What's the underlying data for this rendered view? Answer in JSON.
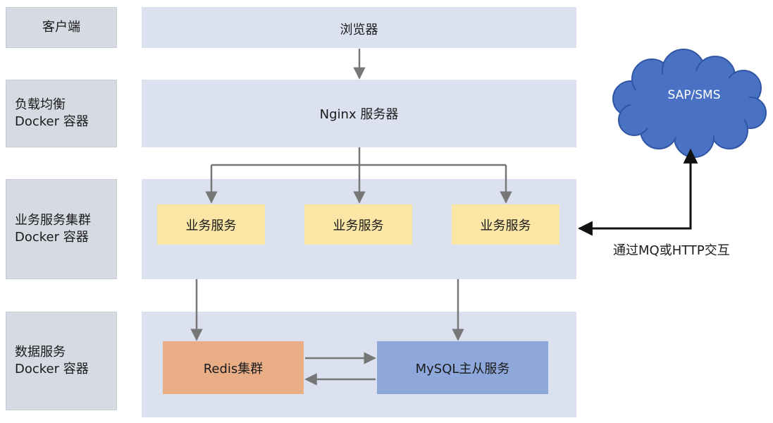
{
  "rows": {
    "client": {
      "label": "客户端",
      "content": "浏览器"
    },
    "load_balance": {
      "label_lines": [
        "负载均衡",
        "Docker 容器"
      ],
      "content": "Nginx 服务器"
    },
    "business": {
      "label_lines": [
        "业务服务集群",
        "Docker 容器"
      ],
      "services": [
        "业务服务",
        "业务服务",
        "业务服务"
      ]
    },
    "data": {
      "label_lines": [
        "数据服务",
        "Docker 容器"
      ],
      "redis": "Redis集群",
      "mysql": "MySQL主从服务"
    }
  },
  "external": {
    "cloud": "SAP/SMS",
    "link_label": "通过MQ或HTTP交互"
  },
  "colors": {
    "label_bg": "#d6dae2",
    "band_bg": "#dbe1ef",
    "service_bg": "#fbe6a6",
    "redis_bg": "#eaae86",
    "mysql_bg": "#8ea8dc",
    "cloud_bg": "#4a72c4",
    "arrow": "#777777",
    "arrow_dark": "#111111"
  }
}
